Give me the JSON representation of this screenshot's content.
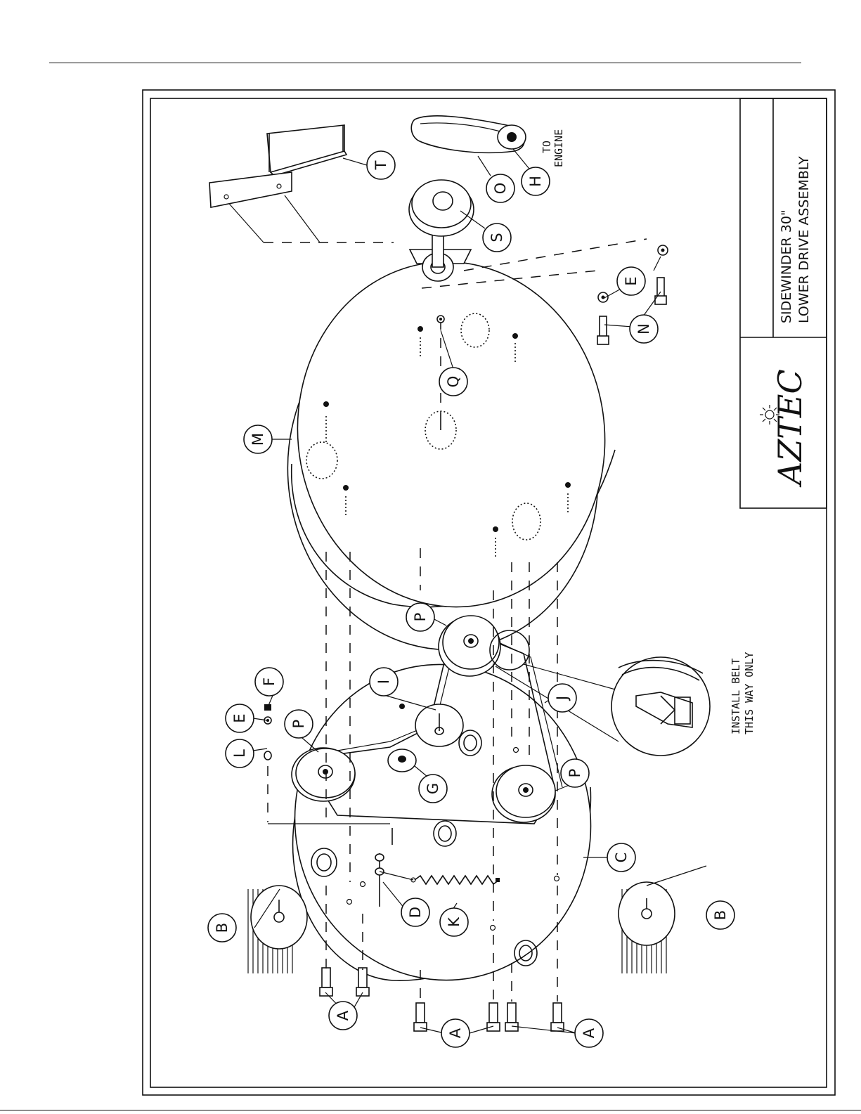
{
  "title_block": {
    "line1": "SIDEWINDER 30\"",
    "line2": "LOWER DRIVE ASSEMBLY"
  },
  "logo": {
    "text": "AZTEC",
    "icon": "sun-icon"
  },
  "notes": {
    "to_engine_1": "TO",
    "to_engine_2": "ENGINE",
    "install_1": "INSTALL BELT",
    "install_2": "THIS WAY ONLY"
  },
  "callouts": {
    "A1": "A",
    "A2": "A",
    "A3": "A",
    "B1": "B",
    "B2": "B",
    "C": "C",
    "D": "D",
    "E1": "E",
    "E2": "E",
    "F": "F",
    "G": "G",
    "H": "H",
    "I": "I",
    "J": "J",
    "K": "K",
    "L": "L",
    "M": "M",
    "N": "N",
    "O": "O",
    "P1": "P",
    "P2": "P",
    "P3": "P",
    "Q": "Q",
    "S": "S",
    "T": "T"
  }
}
